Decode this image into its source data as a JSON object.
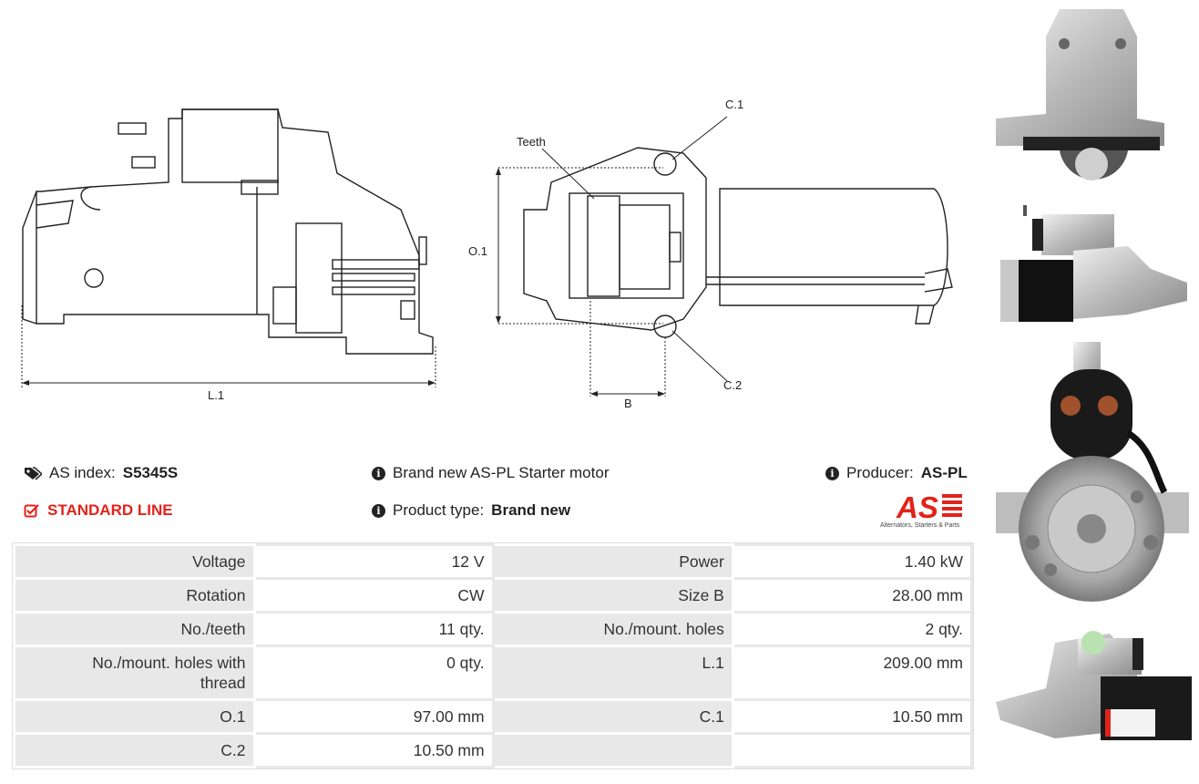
{
  "drawings": {
    "left_dim_label": "L.1",
    "center_labels": {
      "c1": "C.1",
      "c2": "C.2",
      "teeth": "Teeth",
      "o1": "O.1",
      "b": "B"
    }
  },
  "info": {
    "index_label": "AS index:",
    "index_value": "S5345S",
    "line_label": "STANDARD LINE",
    "description": "Brand new AS-PL Starter motor",
    "product_type_label": "Product type:",
    "product_type_value": "Brand new",
    "producer_label": "Producer:",
    "producer_value": "AS-PL"
  },
  "logo": {
    "text": "AS",
    "tagline": "Alternators, Starters & Parts",
    "color": "#e2231a"
  },
  "specs": [
    {
      "label": "Voltage",
      "value": "12 V",
      "label2": "Power",
      "value2": "1.40 kW"
    },
    {
      "label": "Rotation",
      "value": "CW",
      "label2": "Size B",
      "value2": "28.00 mm"
    },
    {
      "label": "No./teeth",
      "value": "11 qty.",
      "label2": "No./mount. holes",
      "value2": "2 qty."
    },
    {
      "label": "No./mount. holes with thread",
      "value": "0 qty.",
      "label2": "L.1",
      "value2": "209.00 mm"
    },
    {
      "label": "O.1",
      "value": "97.00 mm",
      "label2": "C.1",
      "value2": "10.50 mm"
    },
    {
      "label": "C.2",
      "value": "10.50 mm",
      "label2": "",
      "value2": ""
    }
  ]
}
